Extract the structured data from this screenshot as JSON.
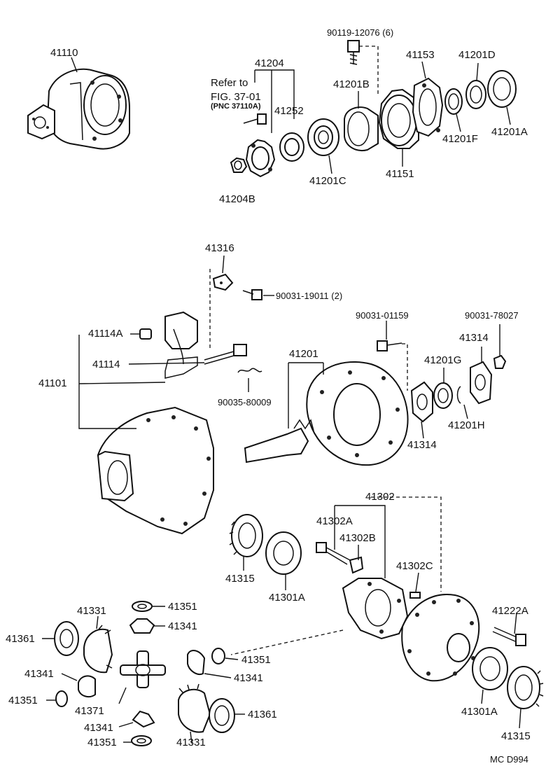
{
  "diagram": {
    "refer_note": {
      "line1": "Refer to",
      "line2": "FIG. 37-01",
      "line3": "(PNC 37110A)"
    },
    "footer_code": "MC  D994",
    "labels": {
      "p41110": "41110",
      "p90119": "90119-12076 (6)",
      "p41204": "41204",
      "p41153": "41153",
      "p41201D": "41201D",
      "p41201B_top": "41201B",
      "p41252": "41252",
      "p41201F": "41201F",
      "p41201A_top": "41201A",
      "p41201C": "41201C",
      "p41151": "41151",
      "p41204B": "41204B",
      "p41316": "41316",
      "p90031_19011": "90031-19011 (2)",
      "p90031_01159": "90031-01159",
      "p90031_78027": "90031-78027",
      "p41114A": "41114A",
      "p41314_top": "41314",
      "p41201": "41201",
      "p41201G": "41201G",
      "p41114": "41114",
      "p41101": "41101",
      "p90035": "90035-80009",
      "p41201H": "41201H",
      "p41314_bot": "41314",
      "p41302": "41302",
      "p41302A": "41302A",
      "p41302B": "41302B",
      "p41302C": "41302C",
      "p41315_left": "41315",
      "p41301A_left": "41301A",
      "p41331_top": "41331",
      "p41351_a": "41351",
      "p41341_a": "41341",
      "p41361_left": "41361",
      "p41222A": "41222A",
      "p41351_b": "41351",
      "p41341_left": "41341",
      "p41341_b": "41341",
      "p41351_left": "41351",
      "p41371": "41371",
      "p41361_right": "41361",
      "p41341_c": "41341",
      "p41301A_right": "41301A",
      "p41351_c": "41351",
      "p41331_bot": "41331",
      "p41315_right": "41315"
    }
  }
}
